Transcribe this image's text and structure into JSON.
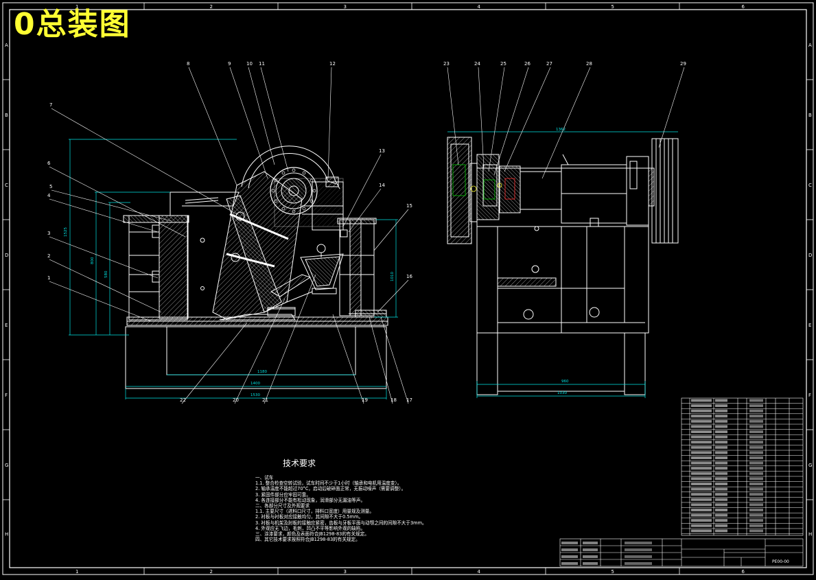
{
  "title": "0总装图",
  "zones": {
    "columns": [
      "1",
      "2",
      "3",
      "4",
      "5",
      "6"
    ],
    "rows": [
      "A",
      "B",
      "C",
      "D",
      "E",
      "F",
      "G",
      "H"
    ]
  },
  "callouts": {
    "side_view": [
      "1",
      "2",
      "3",
      "4",
      "5",
      "6",
      "7",
      "8",
      "9",
      "10",
      "11",
      "12",
      "13",
      "14",
      "15",
      "16",
      "17",
      "18",
      "19",
      "20",
      "21",
      "22"
    ],
    "front_view": [
      "23",
      "24",
      "25",
      "26",
      "27",
      "28",
      "29"
    ]
  },
  "dimensions": {
    "side_height": "1525",
    "side_width_1": "1180",
    "side_width_2": "1400",
    "side_width_3": "1530",
    "front_width_top": "1362",
    "front_width_1": "960",
    "front_width_2": "1030"
  },
  "technical_requirements": {
    "title": "技术要求",
    "lines": [
      "一、试车",
      "1.1. 整合检查空转试验，试车时间不少于1小时（轴承和电机用温度变）。",
      "2. 轴承温度不能超过70°C，启动后破碎面正常，无振动噪声（需要调整）。",
      "3. 紧固件部分应牢固可靠。",
      "4. 各连接部分不能有松动现象，润滑部分无漏油等声。",
      "二、各部分尺寸及外观要求",
      "1.1. 主要尺寸（进料口尺寸，排料口宽度）用量规及测量。",
      "2. 衬板与衬板对应接触均匀，其间隙不大于0.5mm。",
      "3. 衬板与机架及肘板的接触应紧密，齿板与牙板平面与动颚之间的间隙不大于3mm。",
      "4. 外观应无飞边，毛刺，凹凸不平等影响外观的缺陷。",
      "三、涂漆要求，颜色及表面符合JB1298-83的有关规定。",
      "四、其它技术要求按照符合JB1298-83的有关规定。"
    ]
  },
  "title_block": {
    "drawing_number": "PE00-00"
  },
  "colors": {
    "line": "#ffffff",
    "dimension": "#00e5e5",
    "title": "#ffff33",
    "hatch": "#cccccc",
    "green": "#00d000",
    "red": "#ff3030"
  }
}
